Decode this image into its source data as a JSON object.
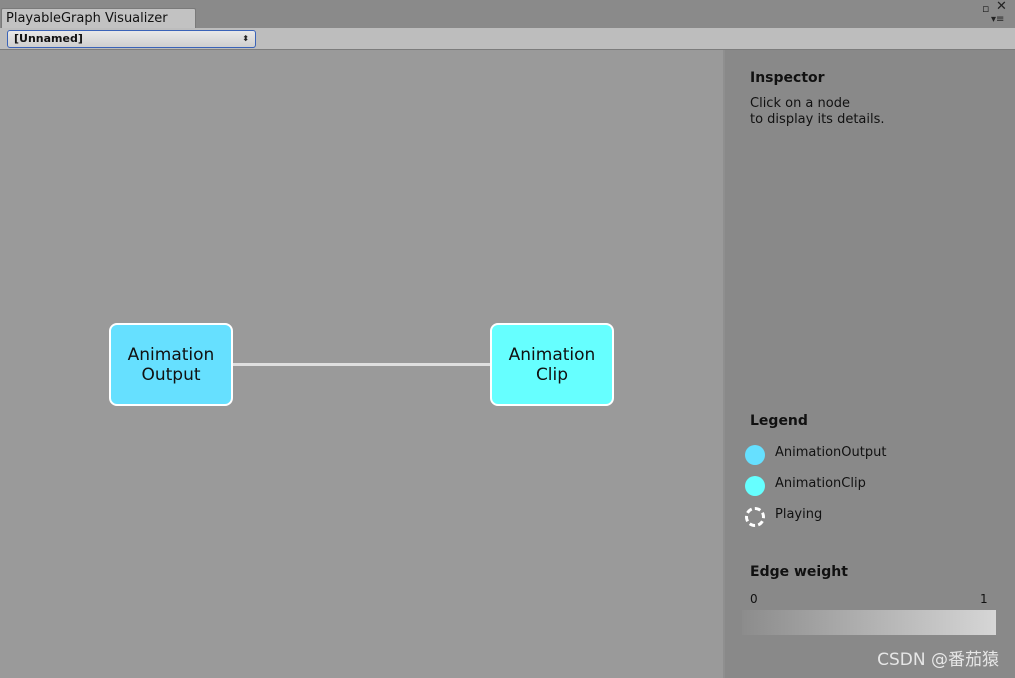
{
  "window": {
    "tab_title": "PlayableGraph Visualizer",
    "maximize_icon": "maximize-icon",
    "close_icon": "close-icon",
    "menu_icon": "menu-icon"
  },
  "toolbar": {
    "graph_select": "[Unnamed]",
    "graph_select_arrow": "⬍"
  },
  "graph": {
    "nodes": [
      {
        "label": "Animation\nOutput",
        "color": "#66e0ff"
      },
      {
        "label": "Animation\nClip",
        "color": "#66ffff"
      }
    ],
    "edge_color": "#e0e0e0"
  },
  "inspector": {
    "title": "Inspector",
    "hint_line1": "Click on a node",
    "hint_line2": "to display its details.",
    "legend_title": "Legend",
    "legend": [
      {
        "label": "AnimationOutput",
        "color": "#66e0ff"
      },
      {
        "label": "AnimationClip",
        "color": "#66ffff"
      },
      {
        "label": "Playing",
        "color": "#ffffff"
      }
    ],
    "edge_weight_title": "Edge weight",
    "edge_weight_min": "0",
    "edge_weight_max": "1"
  },
  "watermark": "CSDN @番茄猿"
}
